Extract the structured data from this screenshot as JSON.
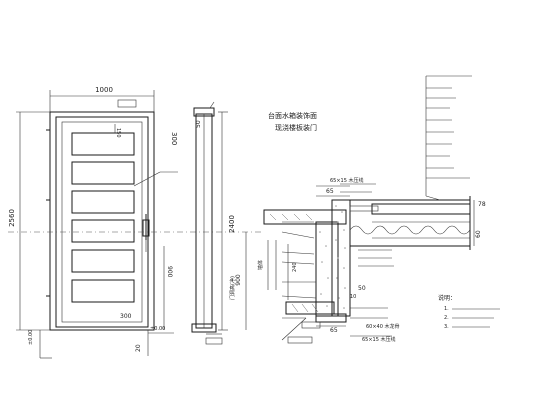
{
  "door_elevation": {
    "width_dim": "1000",
    "height_dim": "2560",
    "frame_dim_top": "300",
    "frame_dim_bottom": "300",
    "side_height_dim": "2400",
    "handle_height_dim": "900",
    "top_small_dim": "50",
    "bottom_dim": "20"
  },
  "section_note": {
    "line1": "台面水箱装饰面",
    "line2": "现浇楼板装门"
  },
  "detail_dims": {
    "d65": "65",
    "d10": "10",
    "d50": "50",
    "d240": "240",
    "d78": "78",
    "d60": "60",
    "d65b": "65"
  },
  "detail_labels": {
    "top1": "65×15 木压线",
    "bottom1": "60×40 木龙骨",
    "bottom2": "65×15 木压线"
  },
  "remarks": {
    "title": "说明：",
    "items": [
      "1.",
      "2.",
      "3."
    ]
  }
}
